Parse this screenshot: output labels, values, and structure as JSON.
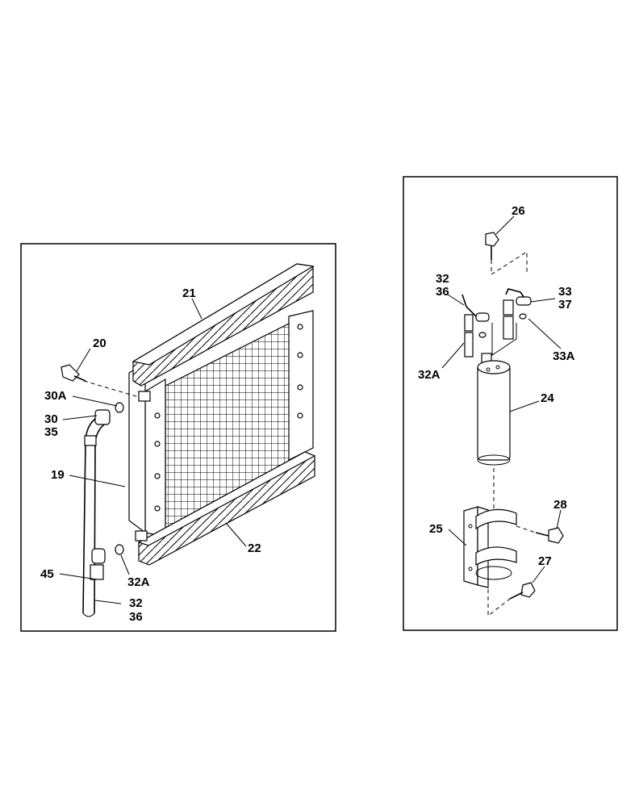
{
  "callouts": {
    "left": {
      "c21": "21",
      "c20": "20",
      "c30a": "30A",
      "c30": "30",
      "c35": "35",
      "c19": "19",
      "c22": "22",
      "c45": "45",
      "c32a": "32A",
      "c32": "32",
      "c36": "36"
    },
    "right": {
      "c26": "26",
      "c32": "32",
      "c36": "36",
      "c33": "33",
      "c37": "37",
      "c33a": "33A",
      "c32a": "32A",
      "c24": "24",
      "c28": "28",
      "c25": "25",
      "c27": "27"
    }
  }
}
